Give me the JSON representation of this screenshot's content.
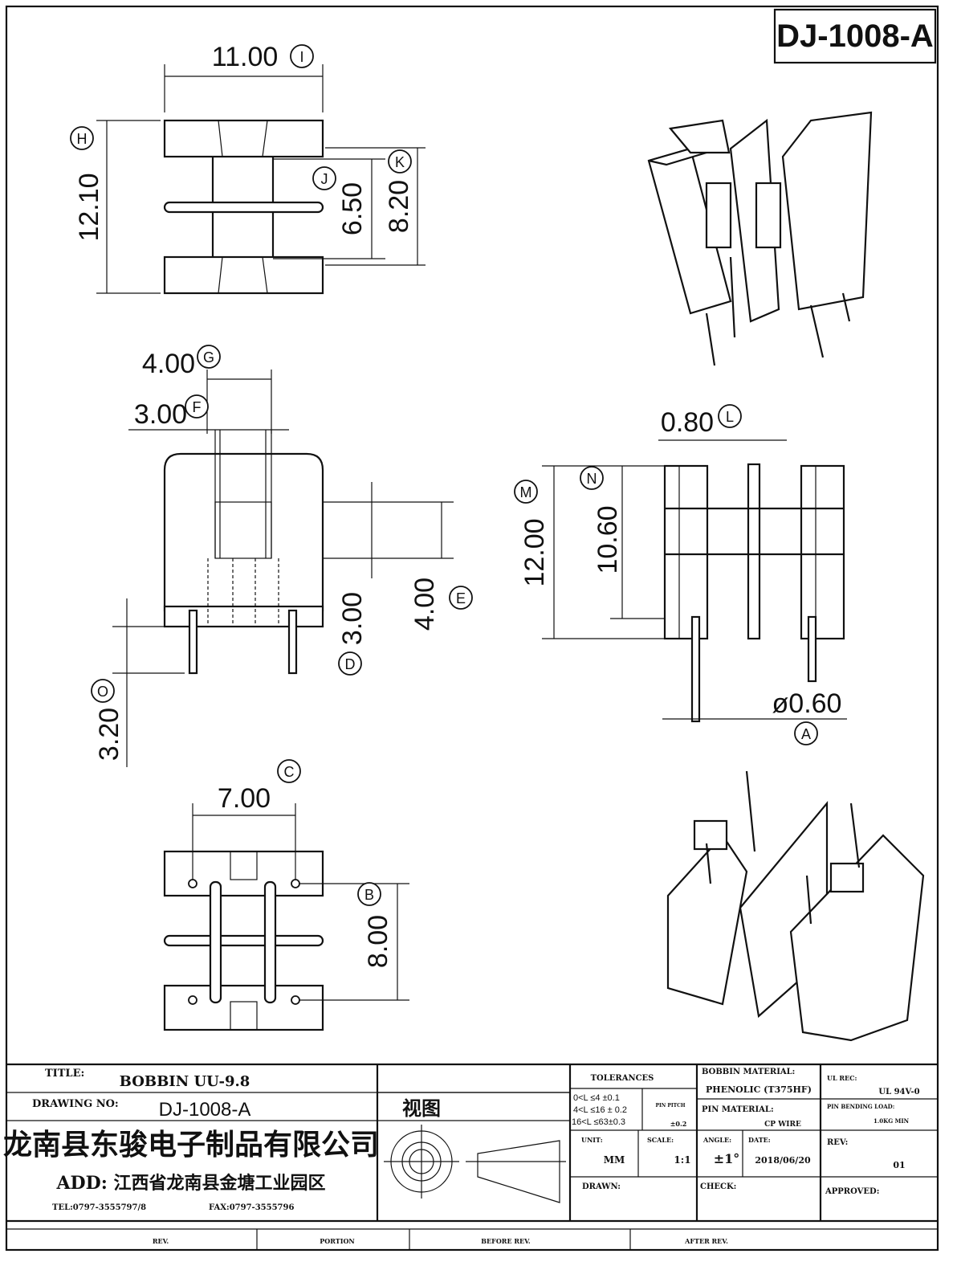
{
  "drawing_code": "DJ-1008-A",
  "dimensions": {
    "I": {
      "letter": "I",
      "value": "11.00"
    },
    "H": {
      "letter": "H",
      "value": "12.10"
    },
    "J": {
      "letter": "J",
      "value": "6.50"
    },
    "K": {
      "letter": "K",
      "value": "8.20"
    },
    "G": {
      "letter": "G",
      "value": "4.00"
    },
    "F": {
      "letter": "F",
      "value": "3.00"
    },
    "D": {
      "letter": "D",
      "value": "3.00"
    },
    "E": {
      "letter": "E",
      "value": "4.00"
    },
    "O": {
      "letter": "O",
      "value": "3.20"
    },
    "L": {
      "letter": "L",
      "value": "0.80"
    },
    "M": {
      "letter": "M",
      "value": "12.00"
    },
    "N": {
      "letter": "N",
      "value": "10.60"
    },
    "A": {
      "letter": "A",
      "value": "ø0.60"
    },
    "C": {
      "letter": "C",
      "value": "7.00"
    },
    "B": {
      "letter": "B",
      "value": "8.00"
    }
  },
  "title_block": {
    "title_label": "TITLE:",
    "title_value": "BOBBIN UU-9.8",
    "drawing_no_label": "DRAWING NO:",
    "drawing_no_value": "DJ-1008-A",
    "company": "龙南县东骏电子制品有限公司",
    "address": "ADD: 江西省龙南县金塘工业园区",
    "tel": "TEL:0797-3555797/8",
    "fax": "FAX:0797-3555796",
    "view_label": "视图",
    "tolerances_label": "TOLERANCES",
    "tol_1": "0<L ≤4  ±0.1",
    "tol_2": "4<L ≤16 ± 0.2",
    "tol_3": "16<L ≤63±0.3",
    "pin_pitch_label": "PIN PITCH",
    "pin_pitch_value": "±0.2",
    "bobbin_material_label": "BOBBIN MATERIAL:",
    "bobbin_material_value": "PHENOLIC (T375HF)",
    "ul_label": "UL REC:",
    "ul_value": "UL  94V-0",
    "pin_material_label": "PIN MATERIAL:",
    "pin_material_value": "CP WIRE",
    "pin_load_label": "PIN BENDING LOAD:",
    "pin_load_value": "1.0KG MIN",
    "unit_label": "UNIT:",
    "unit_value": "MM",
    "scale_label": "SCALE:",
    "scale_value": "1:1",
    "angle_label": "ANGLE:",
    "angle_value": "±1°",
    "date_label": "DATE:",
    "date_value": "2018/06/20",
    "rev_label": "REV:",
    "rev_value": "01",
    "drawn_label": "DRAWN:",
    "check_label": "CHECK:",
    "approved_label": "APPROVED:",
    "rev_row": [
      "REV.",
      "PORTION",
      "BEFORE REV.",
      "AFTER REV."
    ]
  }
}
